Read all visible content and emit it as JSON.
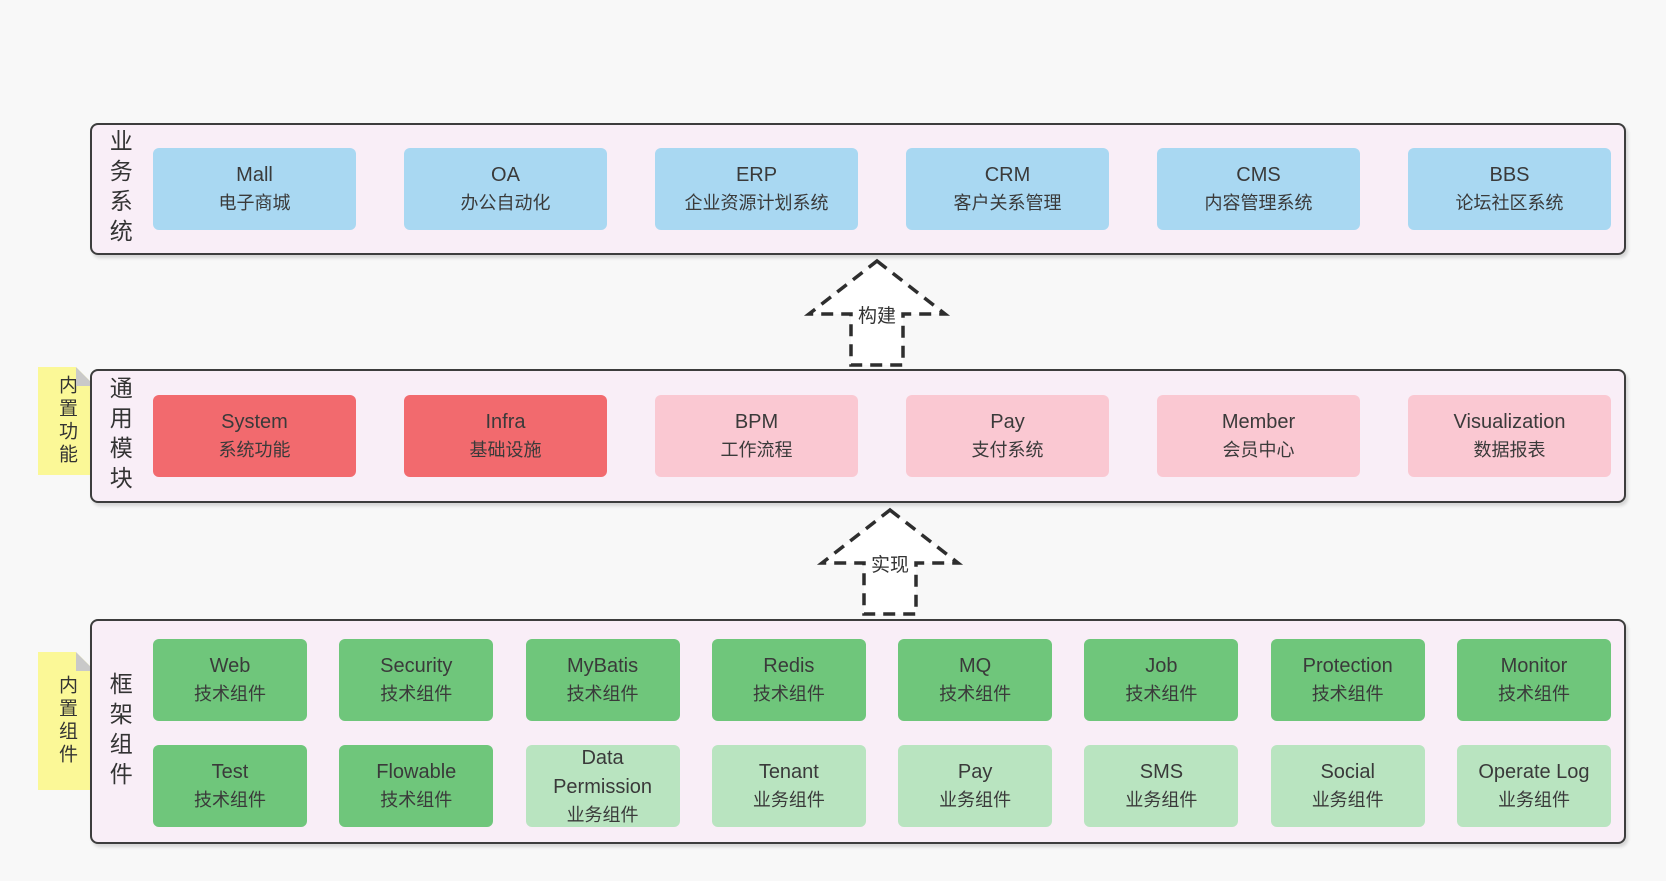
{
  "diagram": {
    "layers": {
      "business": {
        "side_label": "业务系统",
        "boxes": [
          {
            "title": "Mall",
            "subtitle": "电子商城"
          },
          {
            "title": "OA",
            "subtitle": "办公自动化"
          },
          {
            "title": "ERP",
            "subtitle": "企业资源计划系统"
          },
          {
            "title": "CRM",
            "subtitle": "客户关系管理"
          },
          {
            "title": "CMS",
            "subtitle": "内容管理系统"
          },
          {
            "title": "BBS",
            "subtitle": "论坛社区系统"
          }
        ]
      },
      "modules": {
        "side_label": "通用模块",
        "sticky_note": "内置功能",
        "boxes": [
          {
            "title": "System",
            "subtitle": "系统功能"
          },
          {
            "title": "Infra",
            "subtitle": "基础设施"
          },
          {
            "title": "BPM",
            "subtitle": "工作流程"
          },
          {
            "title": "Pay",
            "subtitle": "支付系统"
          },
          {
            "title": "Member",
            "subtitle": "会员中心"
          },
          {
            "title": "Visualization",
            "subtitle": "数据报表"
          }
        ]
      },
      "components": {
        "side_label": "框架组件",
        "sticky_note": "内置组件",
        "row1": [
          {
            "title": "Web",
            "subtitle": "技术组件"
          },
          {
            "title": "Security",
            "subtitle": "技术组件"
          },
          {
            "title": "MyBatis",
            "subtitle": "技术组件"
          },
          {
            "title": "Redis",
            "subtitle": "技术组件"
          },
          {
            "title": "MQ",
            "subtitle": "技术组件"
          },
          {
            "title": "Job",
            "subtitle": "技术组件"
          },
          {
            "title": "Protection",
            "subtitle": "技术组件"
          },
          {
            "title": "Monitor",
            "subtitle": "技术组件"
          }
        ],
        "row2": [
          {
            "title": "Test",
            "subtitle": "技术组件"
          },
          {
            "title": "Flowable",
            "subtitle": "技术组件"
          },
          {
            "title": "Data Permission",
            "subtitle": "业务组件"
          },
          {
            "title": "Tenant",
            "subtitle": "业务组件"
          },
          {
            "title": "Pay",
            "subtitle": "业务组件"
          },
          {
            "title": "SMS",
            "subtitle": "业务组件"
          },
          {
            "title": "Social",
            "subtitle": "业务组件"
          },
          {
            "title": "Operate Log",
            "subtitle": "业务组件"
          }
        ]
      }
    },
    "arrows": {
      "build": "构建",
      "implement": "实现"
    },
    "colors": {
      "page_bg": "#f8f8f8",
      "panel_bg": "#f9eef7",
      "panel_border": "#3d3d3d",
      "box_blue": "#a9d8f2",
      "box_red": "#f26a6e",
      "box_pink": "#fac8d2",
      "box_green": "#6fc67b",
      "box_light_green": "#b9e4c0",
      "note_yellow": "#fbf897",
      "note_fold_gray": "#c9c9c9"
    }
  }
}
